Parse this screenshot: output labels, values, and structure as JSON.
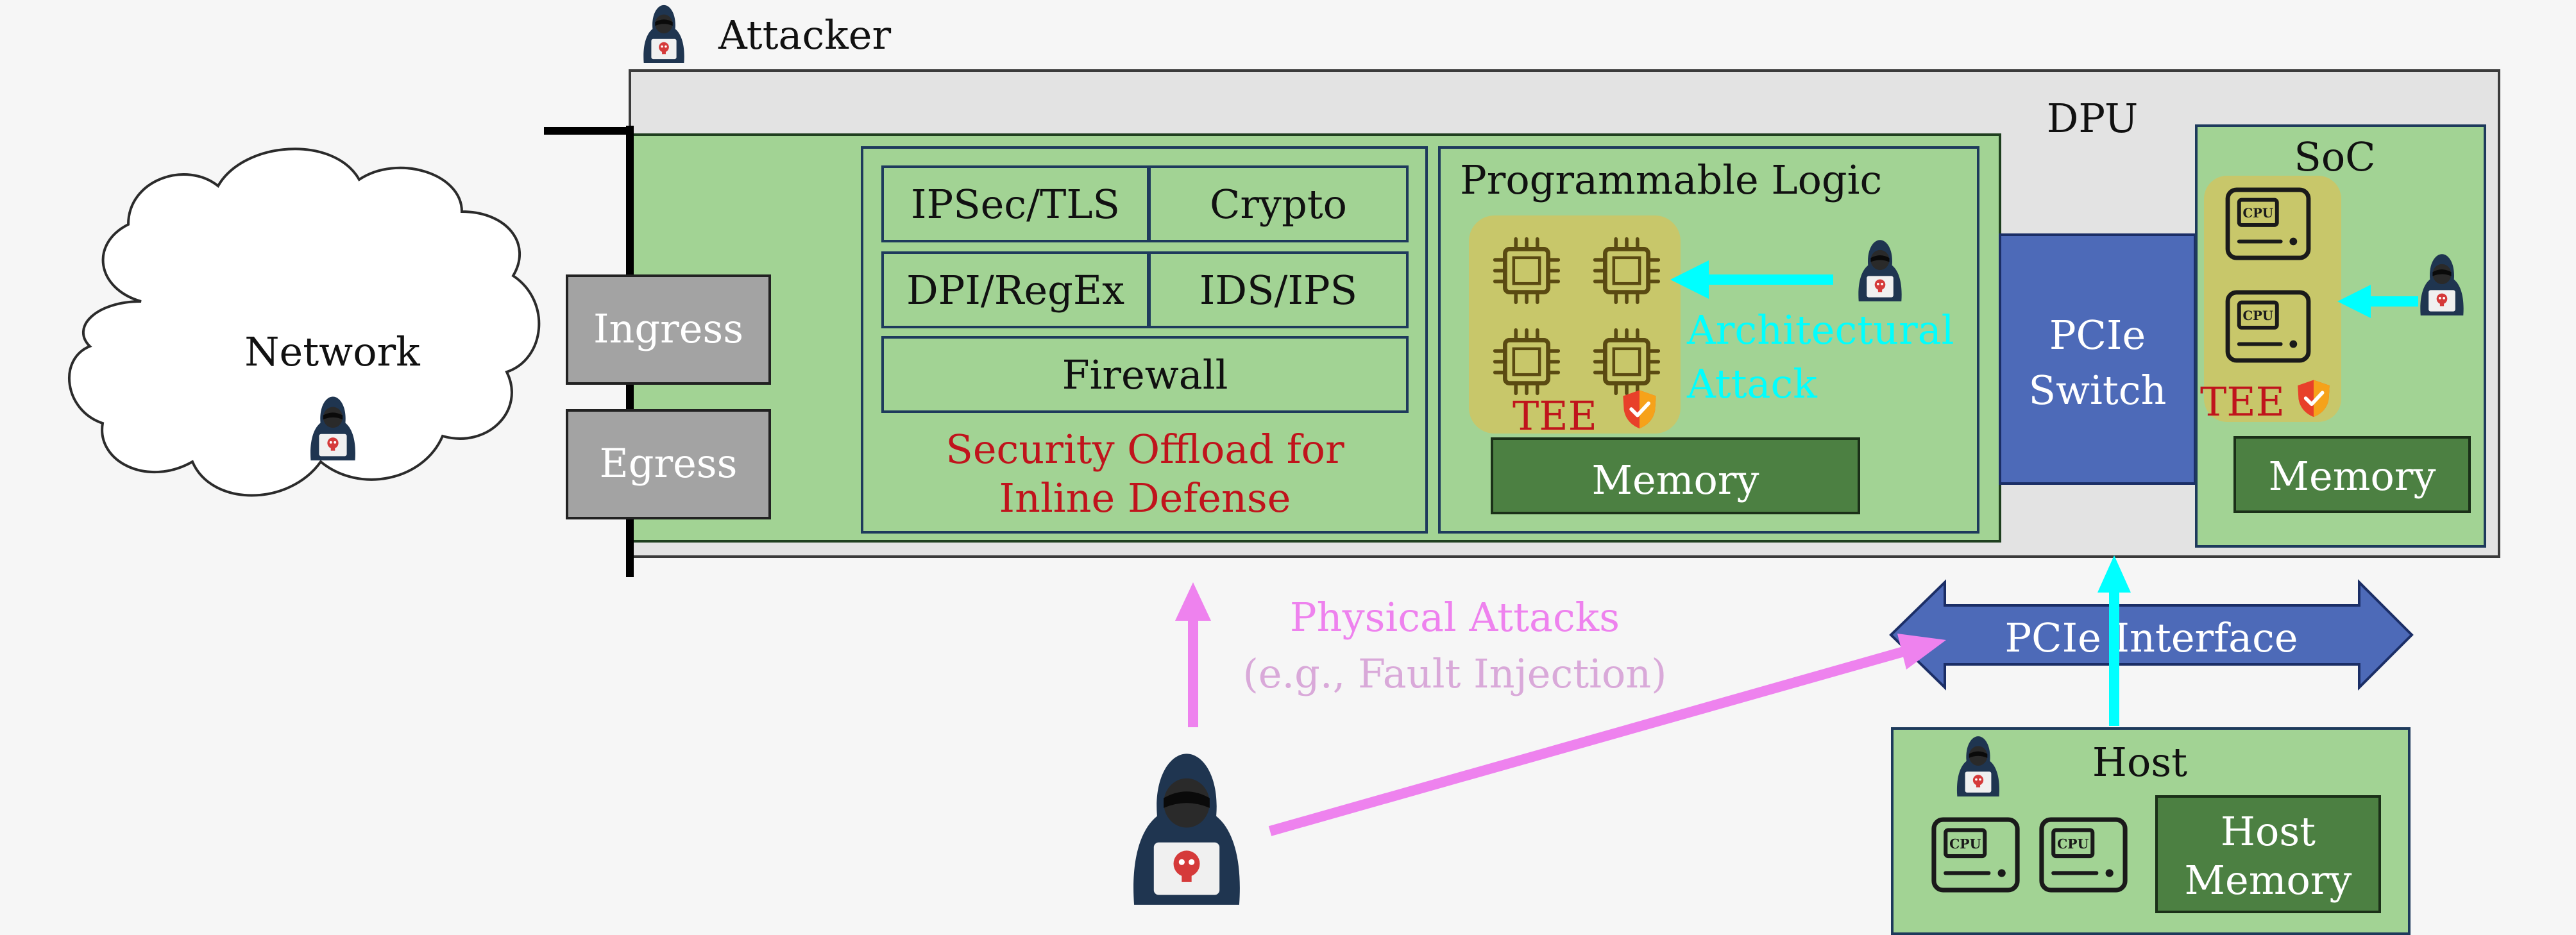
{
  "labels": {
    "attacker": "Attacker",
    "dpu": "DPU",
    "network": "Network",
    "ingress": "Ingress",
    "egress": "Egress",
    "ipsec": "IPSec/TLS",
    "crypto": "Crypto",
    "dpi": "DPI/RegEx",
    "ids": "IDS/IPS",
    "firewall": "Firewall",
    "security_line1": "Security Offload for",
    "security_line2": "Inline Defense",
    "programmable_logic": "Programmable Logic",
    "tee": "TEE",
    "memory": "Memory",
    "architectural_line1": "Architectural",
    "architectural_line2": "Attack",
    "pcie_switch_line1": "PCIe",
    "pcie_switch_line2": "Switch",
    "soc": "SoC",
    "soc_tee": "TEE",
    "soc_memory": "Memory",
    "pcie_interface": "PCIe Interface",
    "physical_line1": "Physical Attacks",
    "physical_line2": "(e.g., Fault Injection)",
    "host": "Host",
    "host_memory_line1": "Host",
    "host_memory_line2": "Memory",
    "cpu": "CPU"
  },
  "colors": {
    "green_box": "#a2d394",
    "dark_green": "#4c8042",
    "gray_box": "#a3a3a3",
    "pcie_blue": "#4d6ab8",
    "cyan_arrow": "#00ffff",
    "pink_arrow": "#ee82ee",
    "red_text": "#c0141c",
    "tee_yellow": "#c8c76a"
  }
}
